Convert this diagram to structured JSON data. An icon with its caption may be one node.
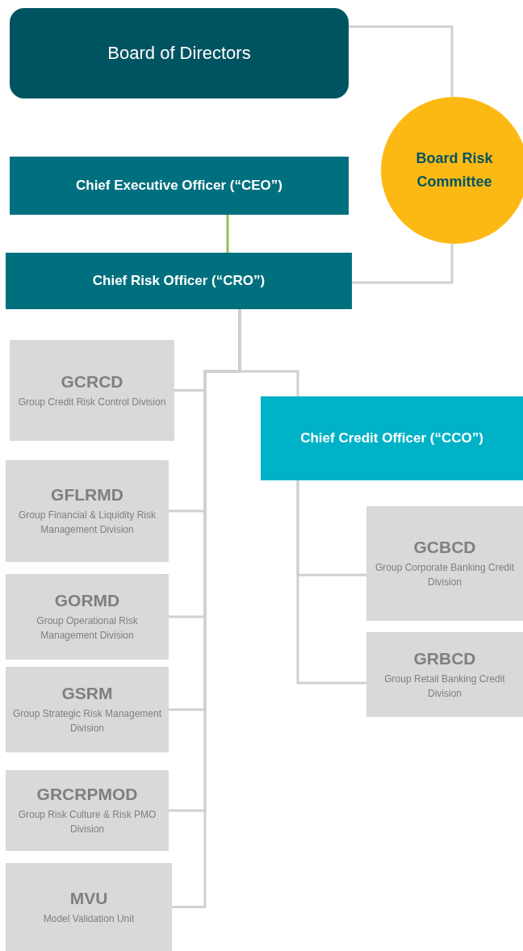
{
  "diagram": {
    "nodes": [
      {
        "text": [
          "Board of Directors"
        ]
      },
      {
        "text": [
          "Board Risk Committee"
        ]
      },
      {
        "text": [
          "Chief Executive Officer (“CEO”)"
        ]
      },
      {
        "text": [
          "Chief Risk Officer (“CRO”)"
        ]
      },
      {
        "text": [
          "GCRCD",
          "Group Credit Risk Control Division"
        ]
      },
      {
        "text": [
          "GFLRMD",
          "Group Financial & Liquidity Risk Management Division"
        ]
      },
      {
        "text": [
          "GORMD",
          "Group Operational Risk Management Division"
        ]
      },
      {
        "text": [
          "GSRM",
          "Group Strategic Risk Management Division"
        ]
      },
      {
        "text": [
          "GRCRPMOD",
          "Group Risk Culture & Risk PMO Division"
        ]
      },
      {
        "text": [
          "MVU",
          "Model Validation Unit"
        ]
      },
      {
        "text": [
          "Chief Credit Officer (“CCO”)"
        ]
      },
      {
        "text": [
          "GCBCD",
          "Group Corporate Banking Credit Division"
        ]
      },
      {
        "text": [
          "GRBCD",
          "Group Retail Banking Credit Division"
        ]
      }
    ],
    "edges": [
      {
        "from": 0,
        "to": 1,
        "arrow": "none"
      },
      {
        "from": 1,
        "to": 3,
        "arrow": "none"
      },
      {
        "from": 2,
        "to": 3,
        "arrow": "none",
        "color": "#9bbb59"
      },
      {
        "from": 3,
        "to": 4,
        "arrow": "none"
      },
      {
        "from": 3,
        "to": 5,
        "arrow": "none"
      },
      {
        "from": 3,
        "to": 6,
        "arrow": "none"
      },
      {
        "from": 3,
        "to": 7,
        "arrow": "none"
      },
      {
        "from": 3,
        "to": 8,
        "arrow": "none"
      },
      {
        "from": 3,
        "to": 9,
        "arrow": "none"
      },
      {
        "from": 3,
        "to": 10,
        "arrow": "none"
      },
      {
        "from": 10,
        "to": 11,
        "arrow": "none"
      },
      {
        "from": 10,
        "to": 12,
        "arrow": "none"
      }
    ]
  }
}
